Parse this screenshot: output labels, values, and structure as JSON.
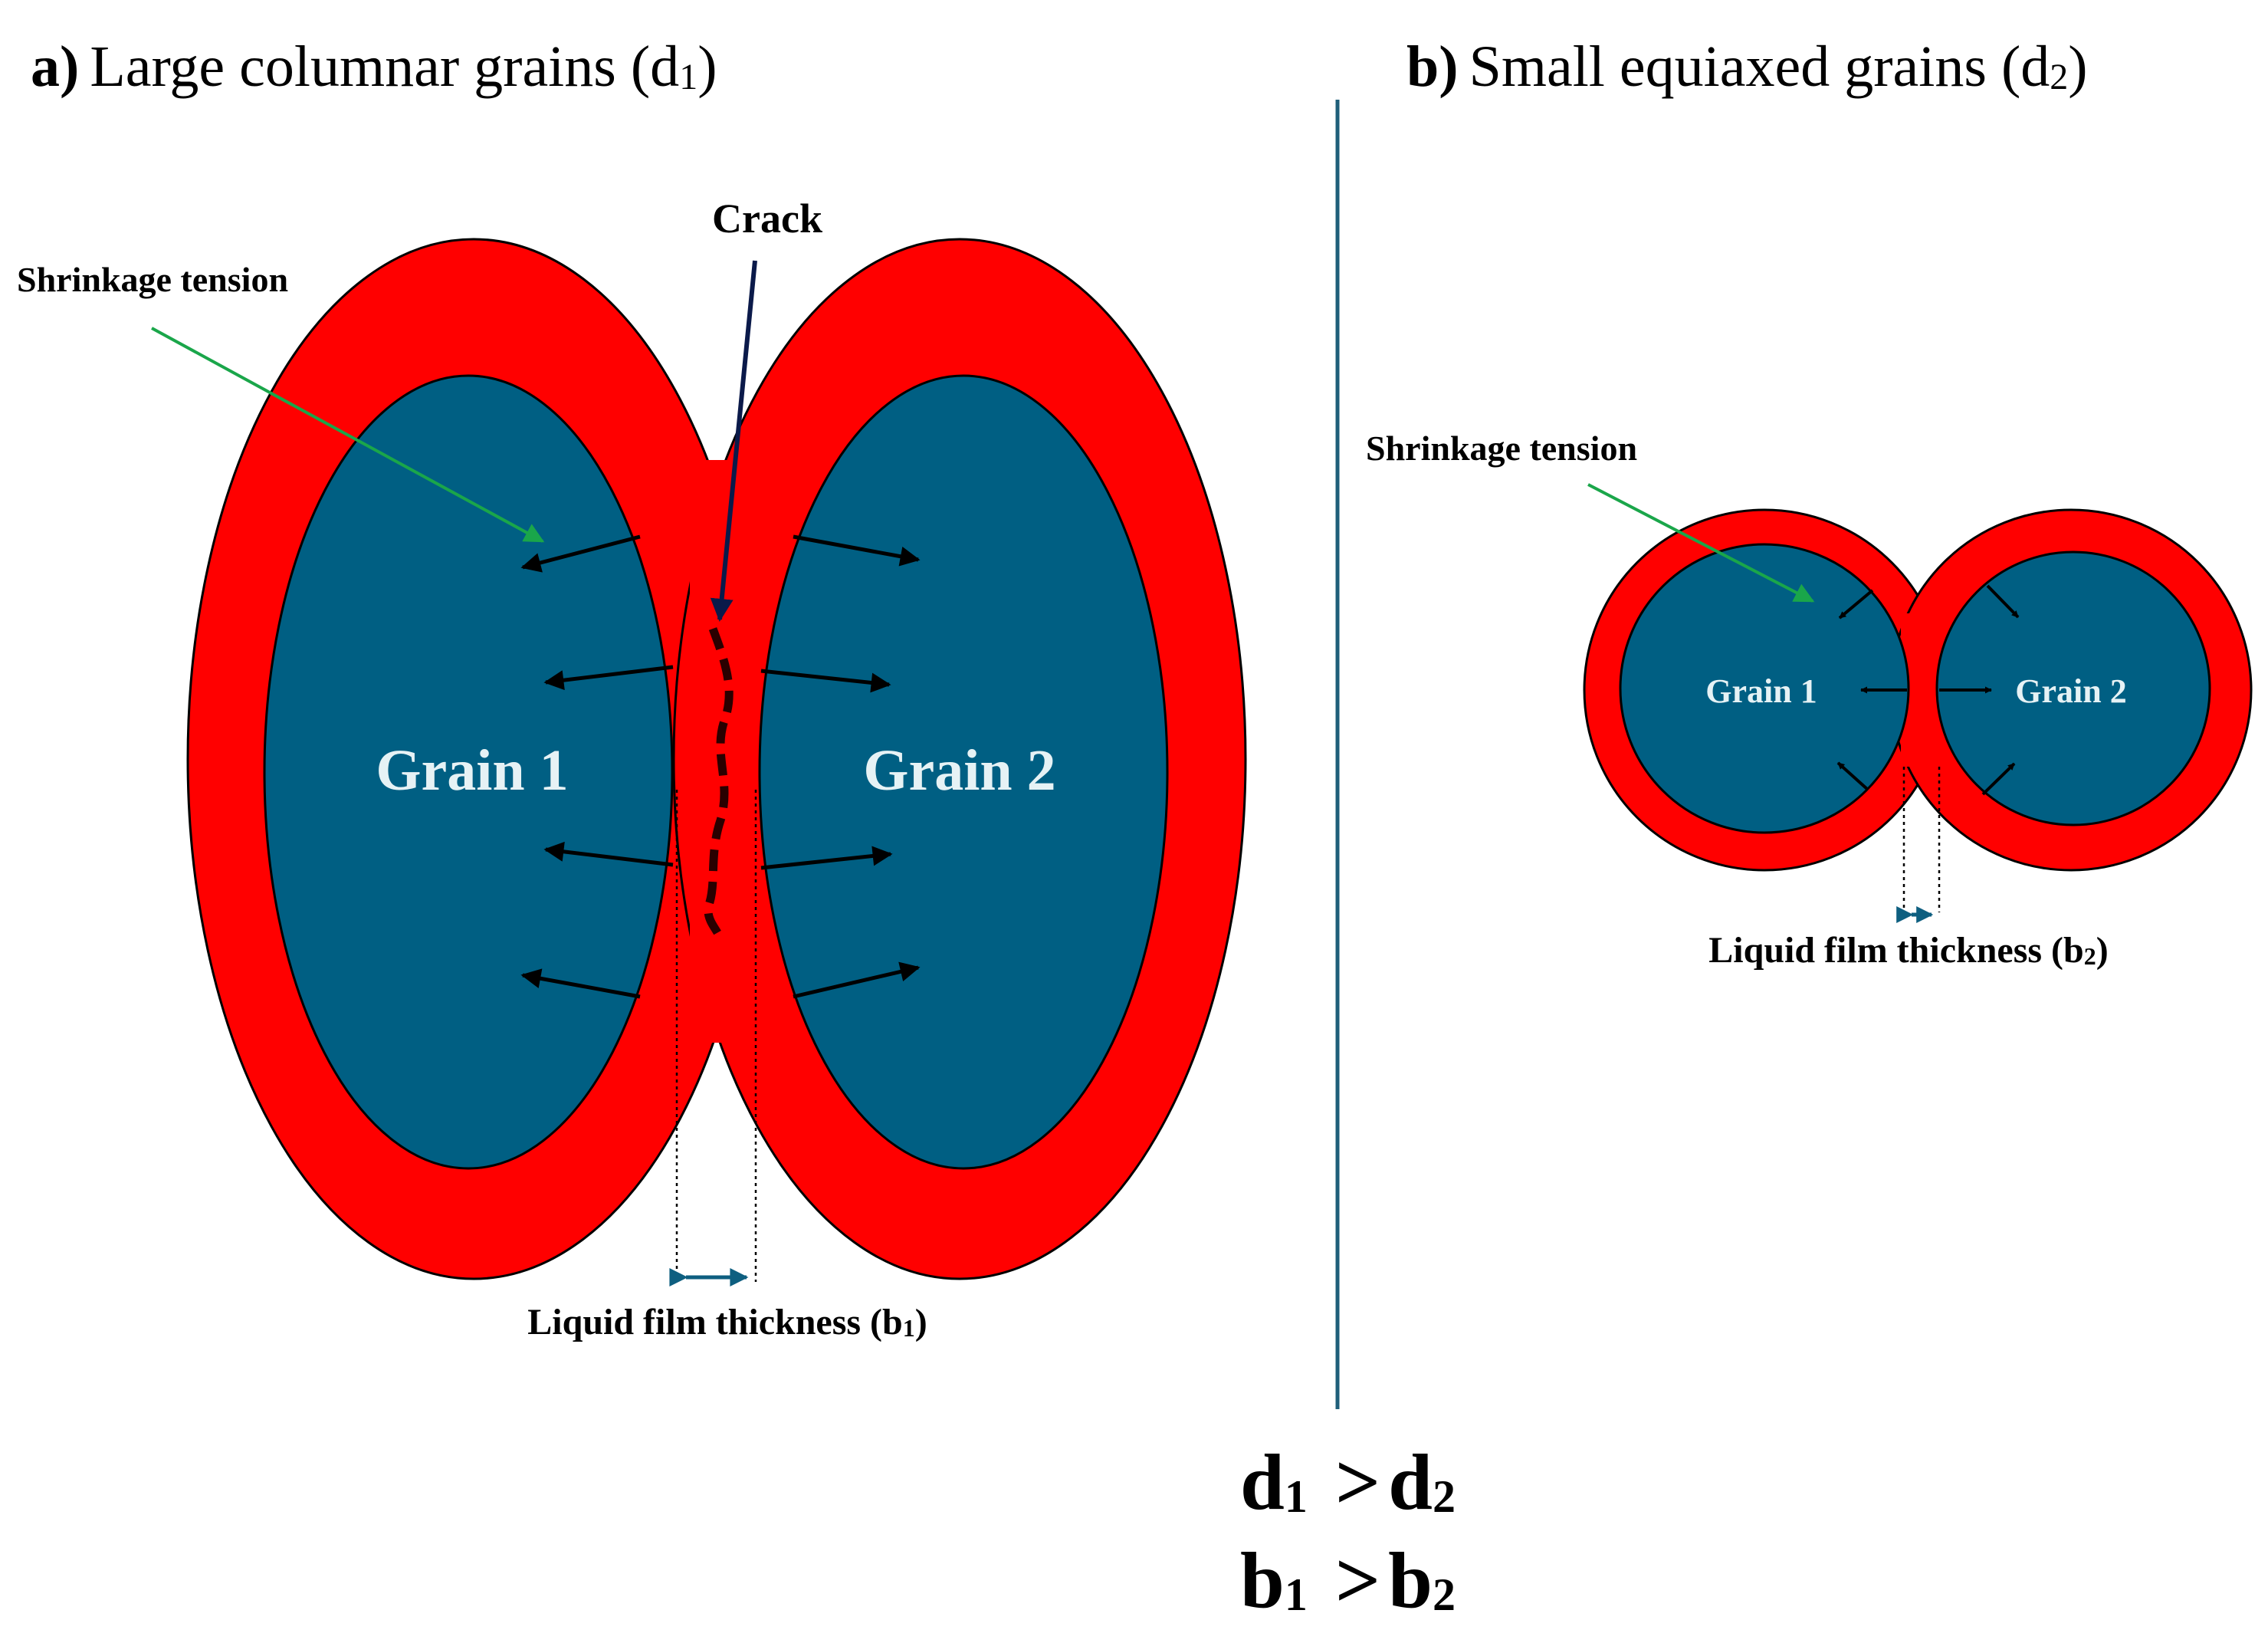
{
  "panel_a": {
    "letter": "a)",
    "title": "Large columnar grains (d",
    "title_sub": "1",
    "title_close": ")",
    "grain_left": "Grain 1",
    "grain_right": "Grain 2",
    "crack_label": "Crack",
    "shrinkage_label": "Shrinkage tension",
    "film_label": "Liquid film thickness (b",
    "film_sub": "1",
    "film_close": ")"
  },
  "panel_b": {
    "letter": "b)",
    "title": "Small equiaxed grains (d",
    "title_sub": "2",
    "title_close": ")",
    "grain_left": "Grain 1",
    "grain_right": "Grain 2",
    "shrinkage_label": "Shrinkage tension",
    "film_label": "Liquid film thickness (b",
    "film_sub": "2",
    "film_close": ")"
  },
  "relations": [
    {
      "lhs": "d",
      "lhs_sub": "1",
      "op": ">",
      "rhs": "d",
      "rhs_sub": "2"
    },
    {
      "lhs": "b",
      "lhs_sub": "1",
      "op": ">",
      "rhs": "b",
      "rhs_sub": "2"
    }
  ],
  "colors": {
    "shell": "#ff0000",
    "grain": "#005f83",
    "grain_label": "#e6f2f5",
    "divider": "#1f5f7a",
    "shrinkage_arrow": "#1aa64a",
    "crack_arrow": "#0b1a4a",
    "film_arrow": "#0e5f80"
  }
}
